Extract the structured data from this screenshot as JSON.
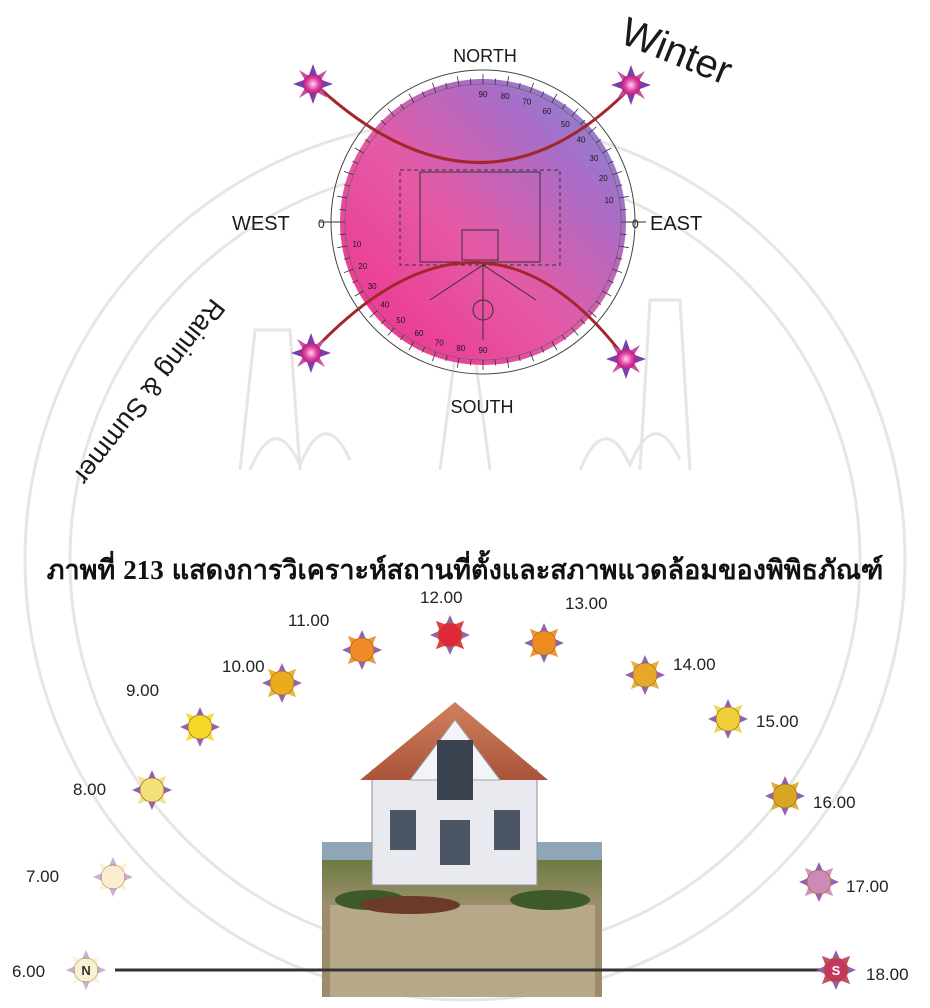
{
  "compass": {
    "north": "NORTH",
    "south": "SOUTH",
    "east": "EAST",
    "west": "WEST",
    "zero": "0",
    "top_ticks": [
      "90",
      "80",
      "70",
      "60",
      "50",
      "40",
      "30",
      "20",
      "10"
    ],
    "bottom_ticks": [
      "10",
      "20",
      "30",
      "40",
      "50",
      "60",
      "70",
      "80",
      "90"
    ]
  },
  "seasons": {
    "winter": "Winter",
    "raining_summer": "Raining & Summer"
  },
  "caption": {
    "prefix": "ภาพที่",
    "number": "213",
    "text": "แสดงการวิเคราะห์สถานที่ตั้งและสภาพแวดล้อมของพิพิธภัณฑ์"
  },
  "sun_path": {
    "hours": [
      {
        "label": "6.00",
        "sun_text": "N",
        "color": "#f3e7b0"
      },
      {
        "label": "7.00",
        "sun_text": "",
        "color": "#f6dfa8"
      },
      {
        "label": "8.00",
        "sun_text": "",
        "color": "#f2e07a"
      },
      {
        "label": "9.00",
        "sun_text": "",
        "color": "#f4d92a"
      },
      {
        "label": "10.00",
        "sun_text": "",
        "color": "#e9ac1c"
      },
      {
        "label": "11.00",
        "sun_text": "",
        "color": "#ef8a26"
      },
      {
        "label": "12.00",
        "sun_text": "",
        "color": "#e0283a"
      },
      {
        "label": "13.00",
        "sun_text": "",
        "color": "#ef8b1f"
      },
      {
        "label": "14.00",
        "sun_text": "",
        "color": "#e6a72a"
      },
      {
        "label": "15.00",
        "sun_text": "",
        "color": "#f1cf3a"
      },
      {
        "label": "16.00",
        "sun_text": "",
        "color": "#d9a623"
      },
      {
        "label": "17.00",
        "sun_text": "",
        "color": "#cc8ab8"
      },
      {
        "label": "18.00",
        "sun_text": "S",
        "color": "#c2385e"
      }
    ]
  },
  "colors": {
    "disc_pink": "#e8338f",
    "disc_blue": "#7f8fd6",
    "arc": "#a3262b",
    "ground": "#333333"
  }
}
